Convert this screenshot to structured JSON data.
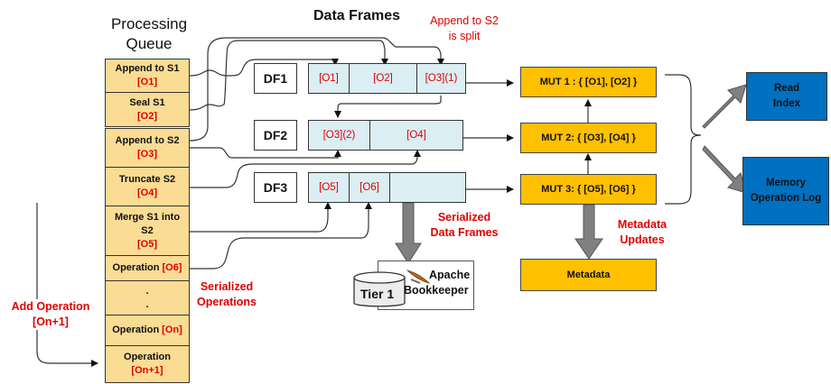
{
  "titles": {
    "processing_queue": "Processing Queue",
    "data_frames": "Data Frames"
  },
  "queue": [
    {
      "label": "Append to S1",
      "op": "[O1]"
    },
    {
      "label": "Seal S1",
      "op": "[O2]"
    },
    {
      "label": "Append to S2",
      "op": "[O3]"
    },
    {
      "label": "Truncate S2",
      "op": "[O4]"
    },
    {
      "label": "Merge S1 into S2",
      "op": "[O5]"
    },
    {
      "label": "Operation",
      "op": "[O6]"
    },
    {
      "label": ".",
      "op": "."
    },
    {
      "label": "Operation",
      "op": "[On]"
    },
    {
      "label": "Operation",
      "op": "[On+1]"
    }
  ],
  "data_frames": [
    {
      "name": "DF1",
      "segments": [
        "[O1]",
        "[O2]",
        "[O3](1)"
      ]
    },
    {
      "name": "DF2",
      "segments": [
        "[O3](2)",
        "[O4]"
      ]
    },
    {
      "name": "DF3",
      "segments": [
        "[O5]",
        "[O6]",
        ""
      ]
    }
  ],
  "annotations": {
    "append_split": "Append to S2 is split",
    "serialized_operations": "Serialized Operations",
    "serialized_data_frames": "Serialized Data Frames",
    "metadata_updates": "Metadata Updates",
    "add_operation": "Add Operation [On+1]"
  },
  "mutations": [
    {
      "label": "MUT 1 : { [O1], [O2] }"
    },
    {
      "label": "MUT 2: { [O3], [O4] }"
    },
    {
      "label": "MUT 3: { [O5], [O6] }"
    }
  ],
  "metadata": {
    "label": "Metadata"
  },
  "storage": {
    "tier": "Tier 1",
    "product_line1": "Apache",
    "product_line2": "Bookkeeper"
  },
  "outputs": [
    {
      "line1": "Read",
      "line2": "Index"
    },
    {
      "line1": "Memory",
      "line2": "Operation Log"
    }
  ],
  "colors": {
    "queue_fill": "#fbdc94",
    "frame_fill": "#dbeef4",
    "mut_fill": "#ffc000",
    "output_fill": "#0070c0",
    "label_red": "#e00000",
    "arrow_gray": "#7f7f7f"
  }
}
